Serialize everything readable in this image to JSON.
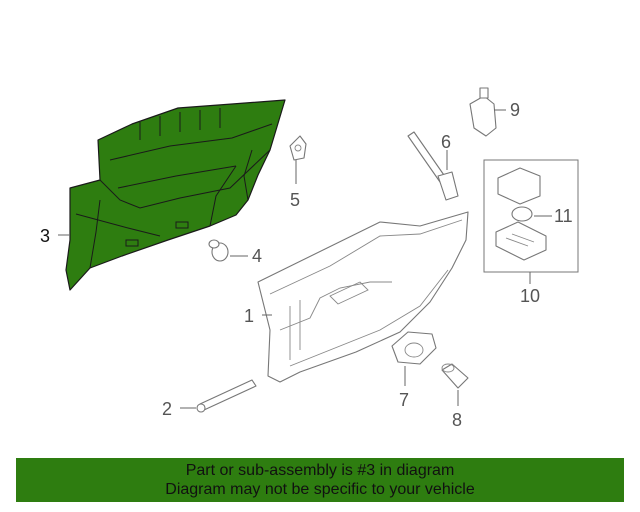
{
  "diagram": {
    "callouts": {
      "c1": "1",
      "c2": "2",
      "c3": "3",
      "c4": "4",
      "c5": "5",
      "c6": "6",
      "c7": "7",
      "c8": "8",
      "c9": "9",
      "c10": "10",
      "c11": "11"
    },
    "highlight_color": "#2e7d10",
    "highlighted_part": "3"
  },
  "banner": {
    "line1": "Part or sub-assembly is #3 in diagram",
    "line2": "Diagram may not be specific to your vehicle",
    "color": "#2e7d10"
  }
}
